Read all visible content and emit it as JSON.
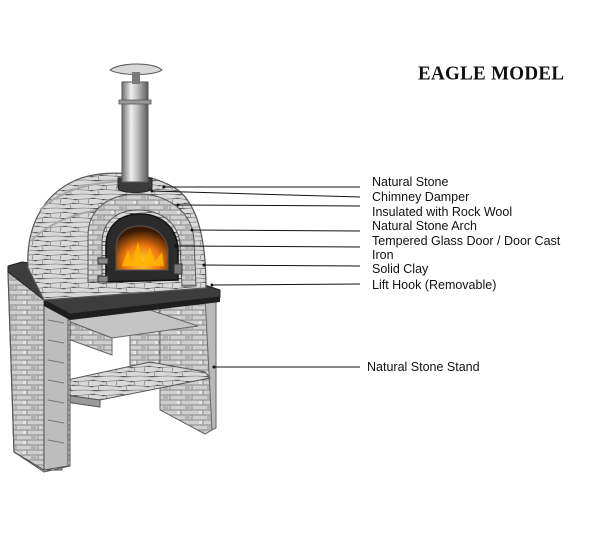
{
  "title": "EAGLE MODEL",
  "labels": {
    "natural_stone": "Natural Stone",
    "chimney_damper": "Chimney Damper",
    "insulated": "Insulated with Rock Wool",
    "arch": "Natural Stone Arch",
    "glass_door": "Tempered Glass Door / Door Cast",
    "iron": "Iron",
    "solid_clay": "Solid Clay",
    "lift_hook": "Lift Hook (Removable)",
    "stand": "Natural Stone Stand"
  },
  "colors": {
    "stone_light": "#d8d8d8",
    "stone_dark": "#6e6e6e",
    "metal": "#a9a9a9",
    "fire": "#f07a10",
    "line": "#111111"
  }
}
